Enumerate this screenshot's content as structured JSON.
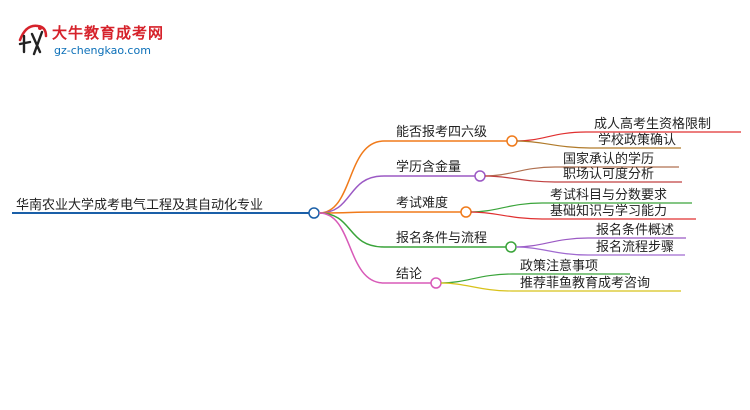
{
  "logo": {
    "title": "大牛教育成考网",
    "url": "gz-chengkao.com"
  },
  "mindmap": {
    "root": "华南农业大学成考电气工程及其自动化专业",
    "branches": [
      {
        "label": "能否报考四六级",
        "color": "#f07a1a",
        "children": [
          "成人高考生资格限制",
          "学校政策确认"
        ]
      },
      {
        "label": "学历含金量",
        "color": "#9b59c4",
        "children": [
          "国家承认的学历",
          "职场认可度分析"
        ]
      },
      {
        "label": "考试难度",
        "color": "#f07a1a",
        "children": [
          "考试科目与分数要求",
          "基础知识与学习能力"
        ]
      },
      {
        "label": "报名条件与流程",
        "color": "#3aa43a",
        "children": [
          "报名条件概述",
          "报名流程步骤"
        ]
      },
      {
        "label": "结论",
        "color": "#d85ab8",
        "children": [
          "政策注意事项",
          "推荐菲鱼教育成考咨询"
        ]
      }
    ],
    "child_colors": [
      "#e03030",
      "#b07a2a",
      "#b07050",
      "#c04040",
      "#3aa43a",
      "#e03030",
      "#9b59c4",
      "#a06ad0",
      "#3aa43a",
      "#d8c21a"
    ]
  }
}
